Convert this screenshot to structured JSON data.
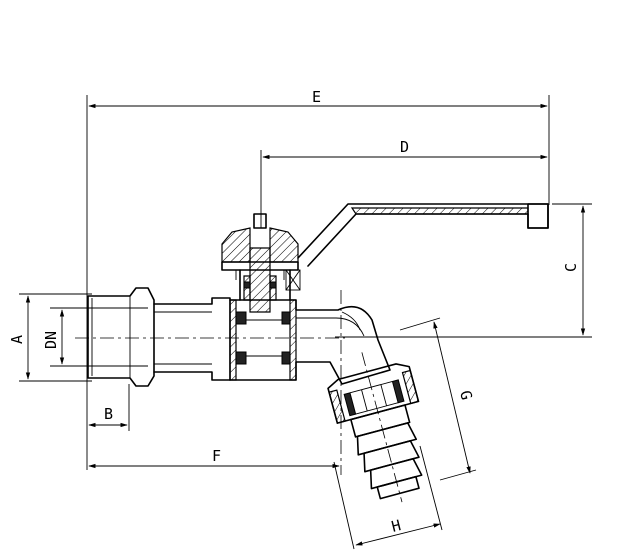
{
  "drawing": {
    "dimension_labels": {
      "E": "E",
      "D": "D",
      "C": "C",
      "A": "A",
      "DN": "DN",
      "B": "B",
      "F": "F",
      "G": "G",
      "H": "H"
    }
  }
}
